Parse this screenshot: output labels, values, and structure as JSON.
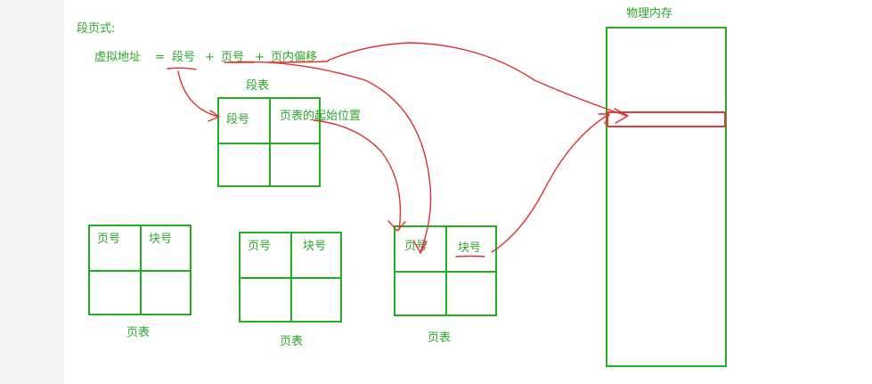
{
  "heading": "段页式:",
  "formula": {
    "lhs": "虚拟地址",
    "eq": "=",
    "term1": "段号",
    "plus1": "+",
    "term2": "页号",
    "plus2": "+",
    "term3": "页内偏移"
  },
  "segment_table": {
    "title": "段表",
    "col1": "段号",
    "col2": "页表的起始位置"
  },
  "page_tables": [
    {
      "col1": "页号",
      "col2": "块号",
      "caption": "页表"
    },
    {
      "col1": "页号",
      "col2": "块号",
      "caption": "页表"
    },
    {
      "col1": "页号",
      "col2": "块号",
      "caption": "页表"
    }
  ],
  "physical_memory": {
    "title": "物理内存"
  },
  "colors": {
    "structure": "#22b022",
    "text": "#2da82d",
    "annotation": "#e03030"
  }
}
